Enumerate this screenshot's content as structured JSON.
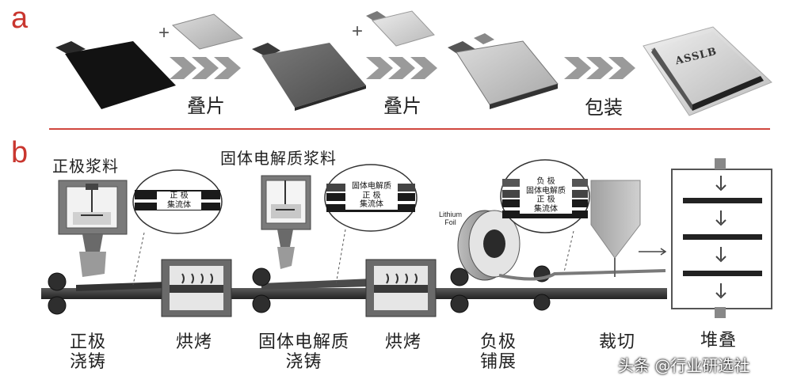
{
  "panel_a": {
    "letter": "a",
    "plus_symbol": "+",
    "steps": [
      {
        "label": "叠片"
      },
      {
        "label": "叠片"
      },
      {
        "label": "包装"
      }
    ],
    "final_cell_text": "ASSLB"
  },
  "panel_b": {
    "letter": "b",
    "top_labels": {
      "cathode_slurry": "正极浆料",
      "electrolyte_slurry": "固体电解质浆料"
    },
    "callouts": [
      {
        "lines": [
          "正 极",
          "集流体"
        ]
      },
      {
        "lines": [
          "固体电解质",
          "正 极",
          "集流体"
        ]
      },
      {
        "lines": [
          "负 极",
          "固体电解质",
          "正 极",
          "集流体"
        ]
      }
    ],
    "lithium_foil": [
      "Lithium",
      "Foil"
    ],
    "steps": [
      {
        "line1": "正极",
        "line2": "浇铸"
      },
      {
        "line1": "烘烤",
        "line2": ""
      },
      {
        "line1": "固体电解质",
        "line2": "浇铸"
      },
      {
        "line1": "烘烤",
        "line2": ""
      },
      {
        "line1": "负极",
        "line2": "铺展"
      },
      {
        "line1": "裁切",
        "line2": ""
      },
      {
        "line1": "堆叠",
        "line2": ""
      }
    ]
  },
  "watermark": "头条 @行业研选社",
  "colors": {
    "accent_red": "#c9362f",
    "electrode_dark": "#1a1a1a",
    "electrode_gray": "#5e5e5e",
    "machine_gray": "#8a8a8a",
    "arrow_gray": "#9a9a9a"
  }
}
